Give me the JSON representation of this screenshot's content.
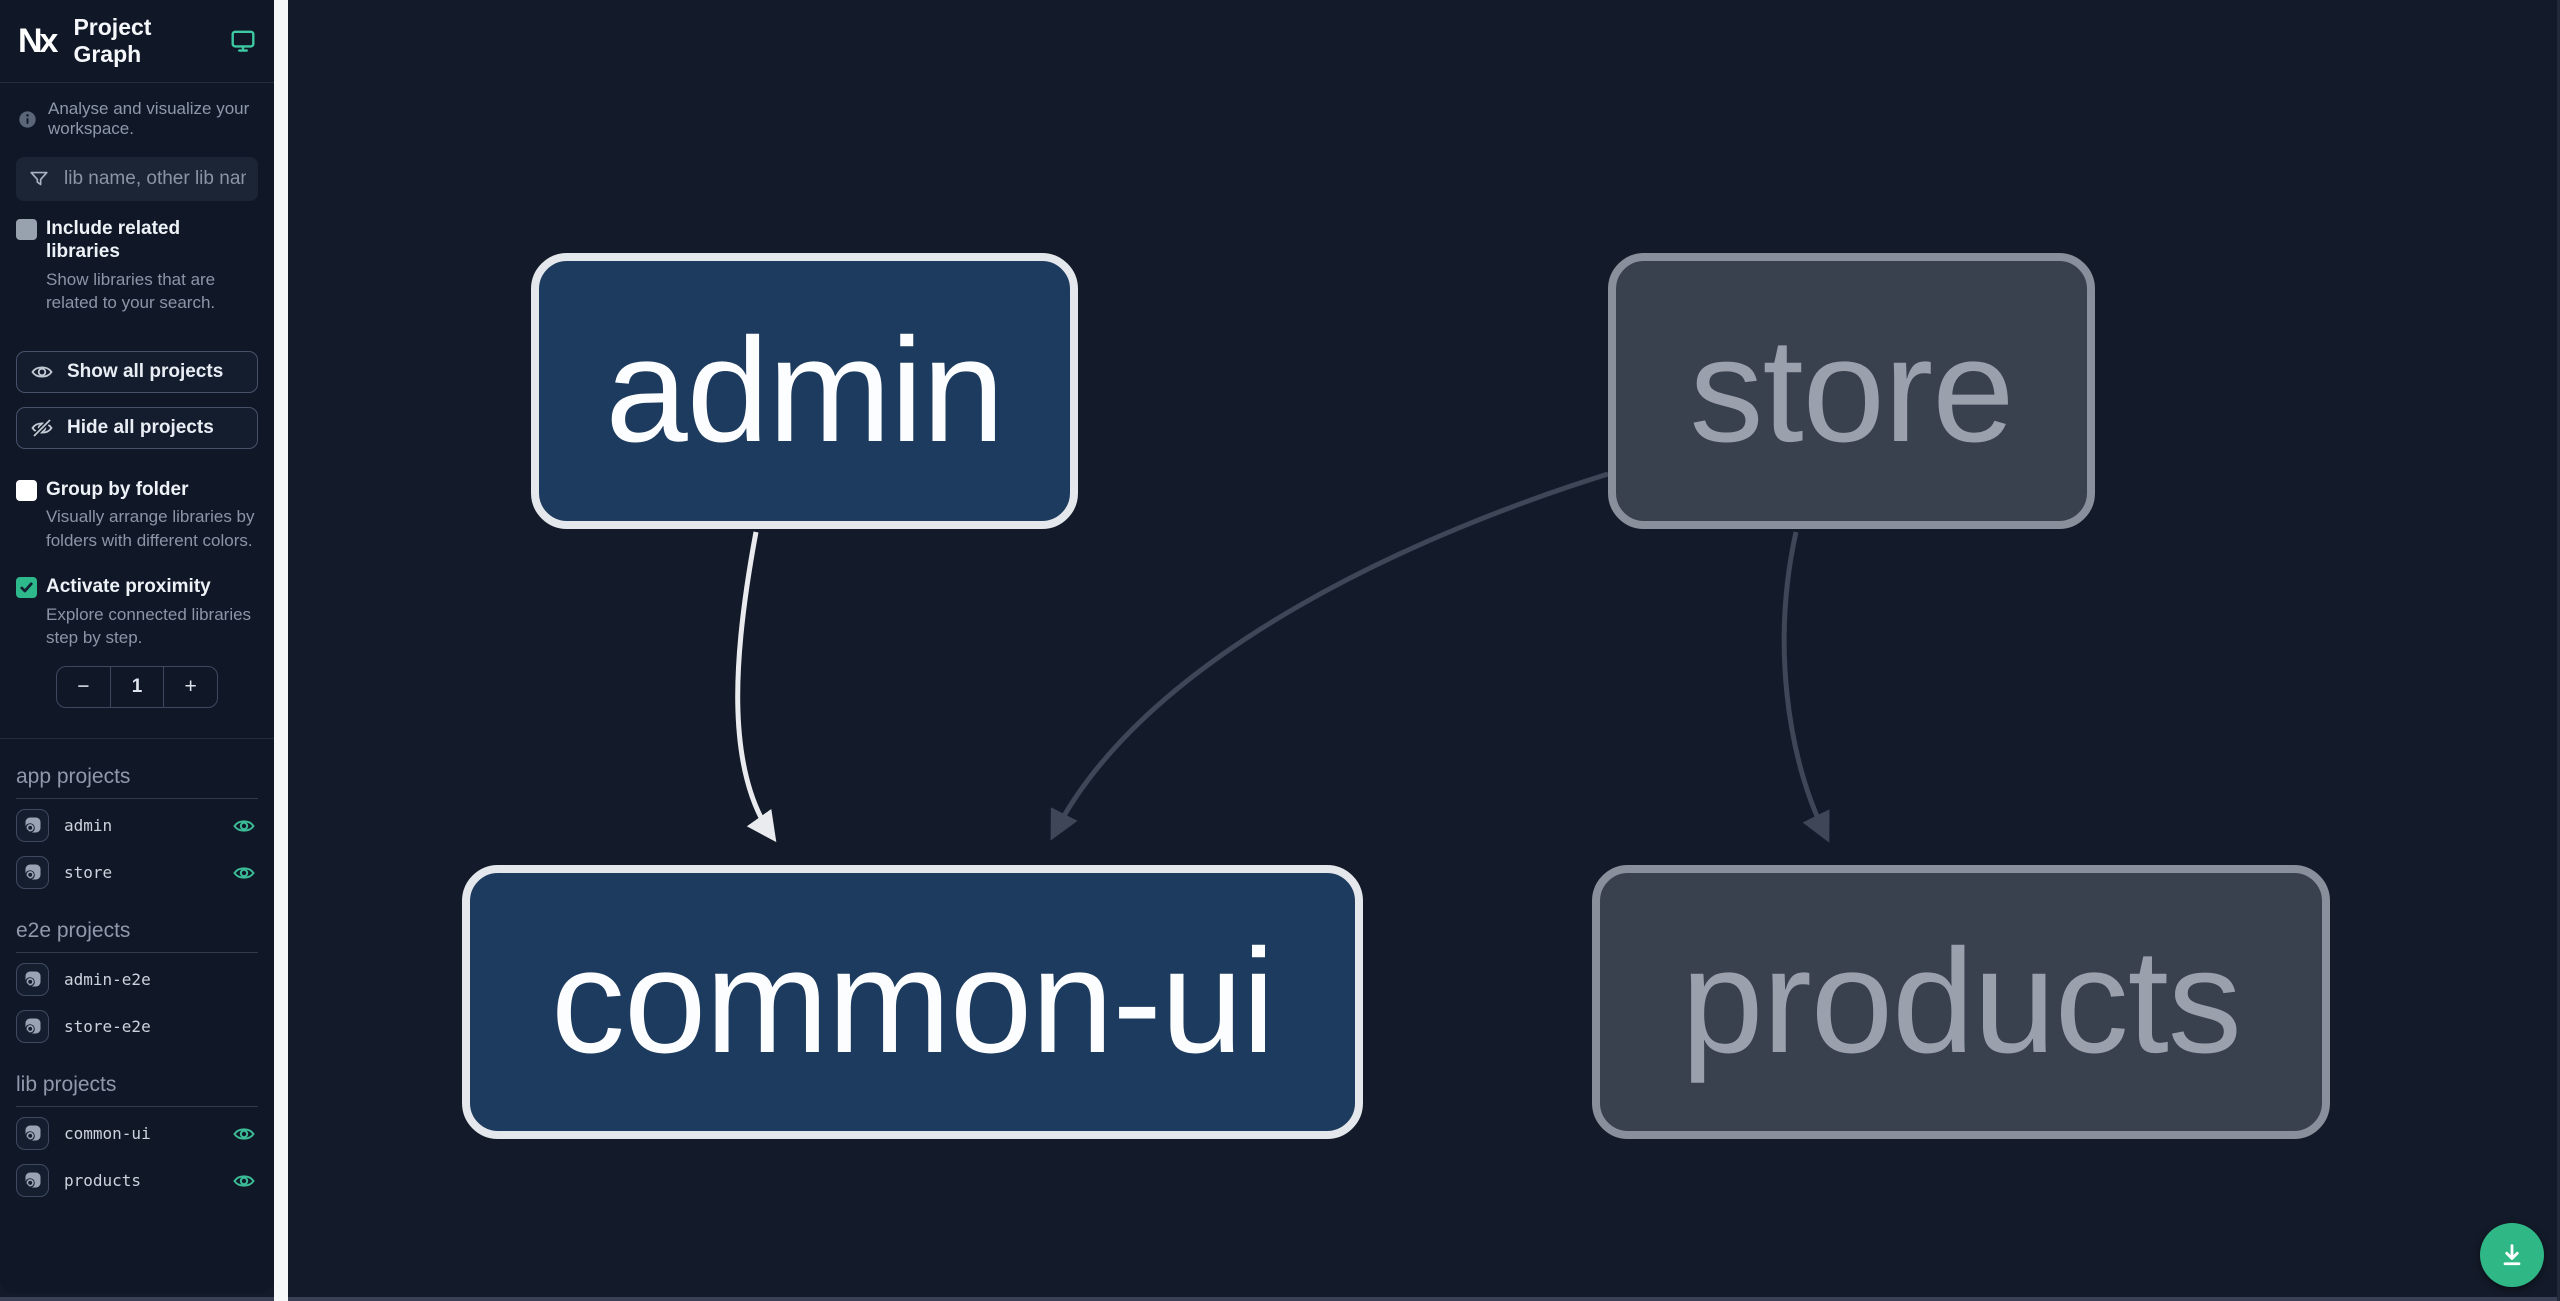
{
  "app": {
    "title": "Project Graph",
    "logo_text": "Nx"
  },
  "sidebar": {
    "tagline": "Analyse and visualize your workspace.",
    "search": {
      "placeholder": "lib name, other lib name",
      "value": ""
    },
    "include_related": {
      "label": "Include related libraries",
      "description": "Show libraries that are related to your search.",
      "checked": false
    },
    "show_all_label": "Show all projects",
    "hide_all_label": "Hide all projects",
    "group_by_folder": {
      "label": "Group by folder",
      "description": "Visually arrange libraries by folders with different colors.",
      "checked": false
    },
    "proximity": {
      "label": "Activate proximity",
      "description": "Explore connected libraries step by step.",
      "checked": true,
      "decrement_label": "−",
      "value": "1",
      "increment_label": "+"
    },
    "sections": [
      {
        "title": "app projects",
        "items": [
          {
            "name": "admin",
            "eye_visible": true
          },
          {
            "name": "store",
            "eye_visible": true
          }
        ]
      },
      {
        "title": "e2e projects",
        "items": [
          {
            "name": "admin-e2e",
            "eye_visible": false
          },
          {
            "name": "store-e2e",
            "eye_visible": false
          }
        ]
      },
      {
        "title": "lib projects",
        "items": [
          {
            "name": "common-ui",
            "eye_visible": true
          },
          {
            "name": "products",
            "eye_visible": true
          }
        ]
      }
    ]
  },
  "graph": {
    "nodes": [
      {
        "id": "admin",
        "label": "admin",
        "state": "focused"
      },
      {
        "id": "store",
        "label": "store",
        "state": "unfocused"
      },
      {
        "id": "common-ui",
        "label": "common-ui",
        "state": "focused"
      },
      {
        "id": "products",
        "label": "products",
        "state": "unfocused"
      }
    ],
    "edges": [
      {
        "source": "admin",
        "target": "common-ui",
        "state": "focused"
      },
      {
        "source": "store",
        "target": "common-ui",
        "state": "unfocused"
      },
      {
        "source": "store",
        "target": "products",
        "state": "unfocused"
      }
    ]
  },
  "colors": {
    "accent_green": "#3bbb96",
    "fab_green": "#2fb886",
    "node_focused_fill": "#1d3b5f",
    "node_focused_border": "#e4e7eb",
    "node_unfocused_fill": "#3a414e",
    "node_unfocused_border": "#8a909b",
    "edge_focused": "#e9ebee",
    "edge_unfocused": "#3e4657",
    "sidebar_bg": "#101828",
    "canvas_bg": "#131a29"
  }
}
